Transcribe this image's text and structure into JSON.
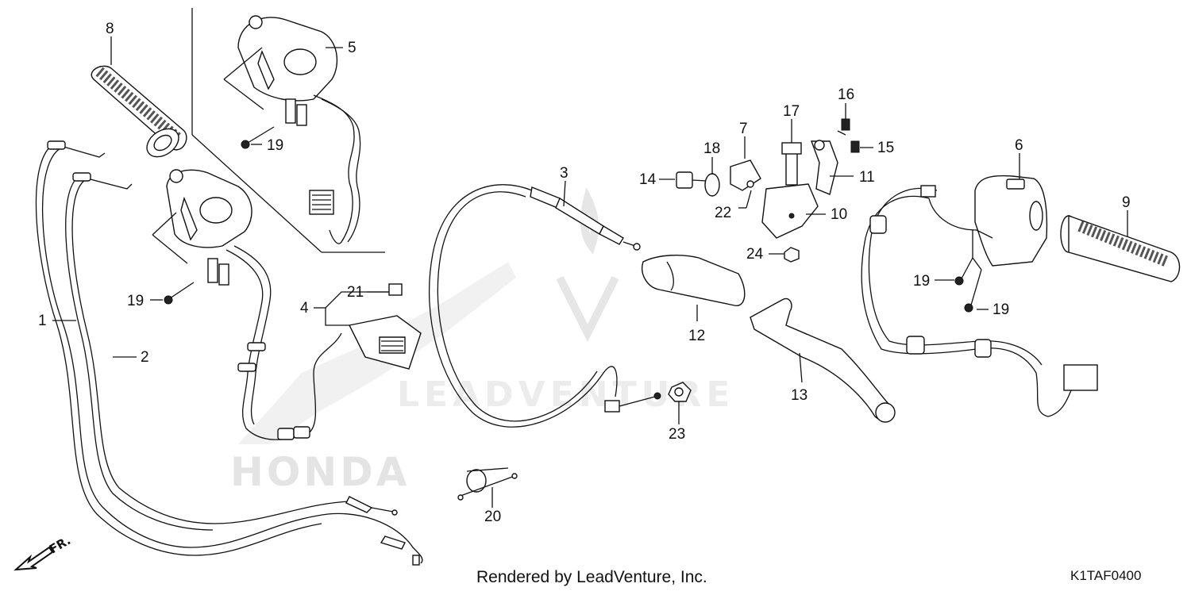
{
  "callouts": [
    {
      "id": "1",
      "label": "1"
    },
    {
      "id": "2",
      "label": "2"
    },
    {
      "id": "3",
      "label": "3"
    },
    {
      "id": "4",
      "label": "4"
    },
    {
      "id": "5",
      "label": "5"
    },
    {
      "id": "6",
      "label": "6"
    },
    {
      "id": "7",
      "label": "7"
    },
    {
      "id": "8",
      "label": "8"
    },
    {
      "id": "9",
      "label": "9"
    },
    {
      "id": "10",
      "label": "10"
    },
    {
      "id": "11",
      "label": "11"
    },
    {
      "id": "12",
      "label": "12"
    },
    {
      "id": "13",
      "label": "13"
    },
    {
      "id": "14",
      "label": "14"
    },
    {
      "id": "15",
      "label": "15"
    },
    {
      "id": "16",
      "label": "16"
    },
    {
      "id": "17",
      "label": "17"
    },
    {
      "id": "18",
      "label": "18"
    },
    {
      "id": "19a",
      "label": "19"
    },
    {
      "id": "19b",
      "label": "19"
    },
    {
      "id": "19c",
      "label": "19"
    },
    {
      "id": "19d",
      "label": "19"
    },
    {
      "id": "20",
      "label": "20"
    },
    {
      "id": "21",
      "label": "21"
    },
    {
      "id": "22",
      "label": "22"
    },
    {
      "id": "23",
      "label": "23"
    },
    {
      "id": "24",
      "label": "24"
    }
  ],
  "front_indicator": "FR.",
  "footer": {
    "credit": "Rendered by LeadVenture, Inc.",
    "diagram_code": "K1TAF0400"
  },
  "watermarks": {
    "brand": "HONDA",
    "company": "LEADVENTURE"
  }
}
